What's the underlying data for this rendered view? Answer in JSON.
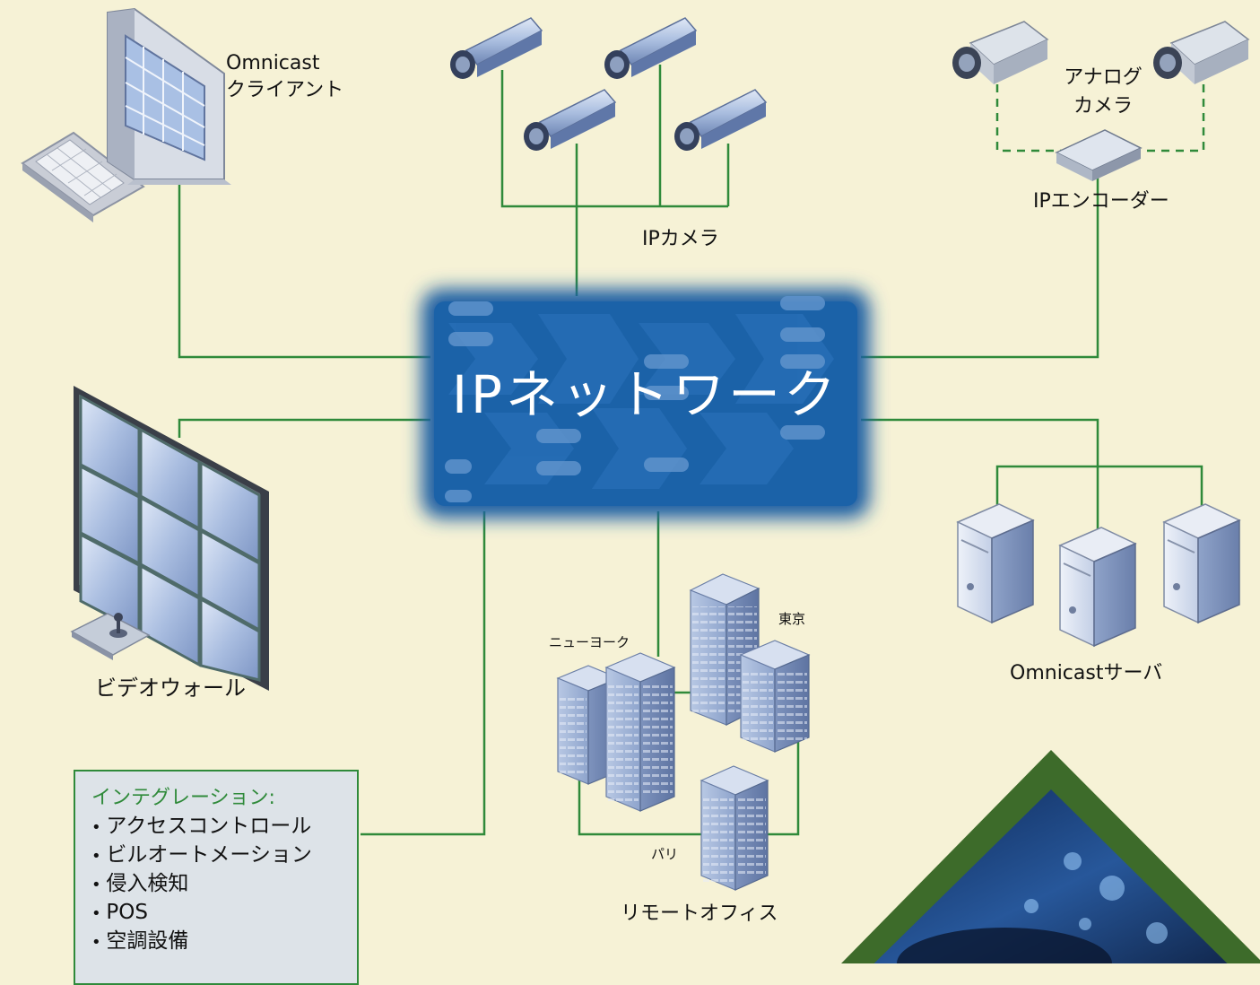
{
  "network": {
    "title": "IPネットワーク"
  },
  "nodes": {
    "client": {
      "line1": "Omnicast",
      "line2": "クライアント"
    },
    "ip_cameras": {
      "label": "IPカメラ"
    },
    "analog_cameras": {
      "line1": "アナログ",
      "line2": "カメラ"
    },
    "ip_encoder": {
      "label": "IPエンコーダー"
    },
    "video_wall": {
      "label": "ビデオウォール"
    },
    "servers": {
      "label": "Omnicastサーバ"
    },
    "remote_offices": {
      "label": "リモートオフィス",
      "new_york": "ニューヨーク",
      "tokyo": "東京",
      "paris": "パリ"
    }
  },
  "integration": {
    "title": "インテグレーション:",
    "items": [
      "アクセスコントロール",
      "ビルオートメーション",
      "侵入検知",
      "POS",
      "空調設備"
    ]
  },
  "colors": {
    "background": "#f6f2d6",
    "network_blue": "#1a5fa3",
    "connector_green": "#2f8a3a",
    "device_blue": "#9eb4d8",
    "box_fill": "#dde3e8"
  }
}
